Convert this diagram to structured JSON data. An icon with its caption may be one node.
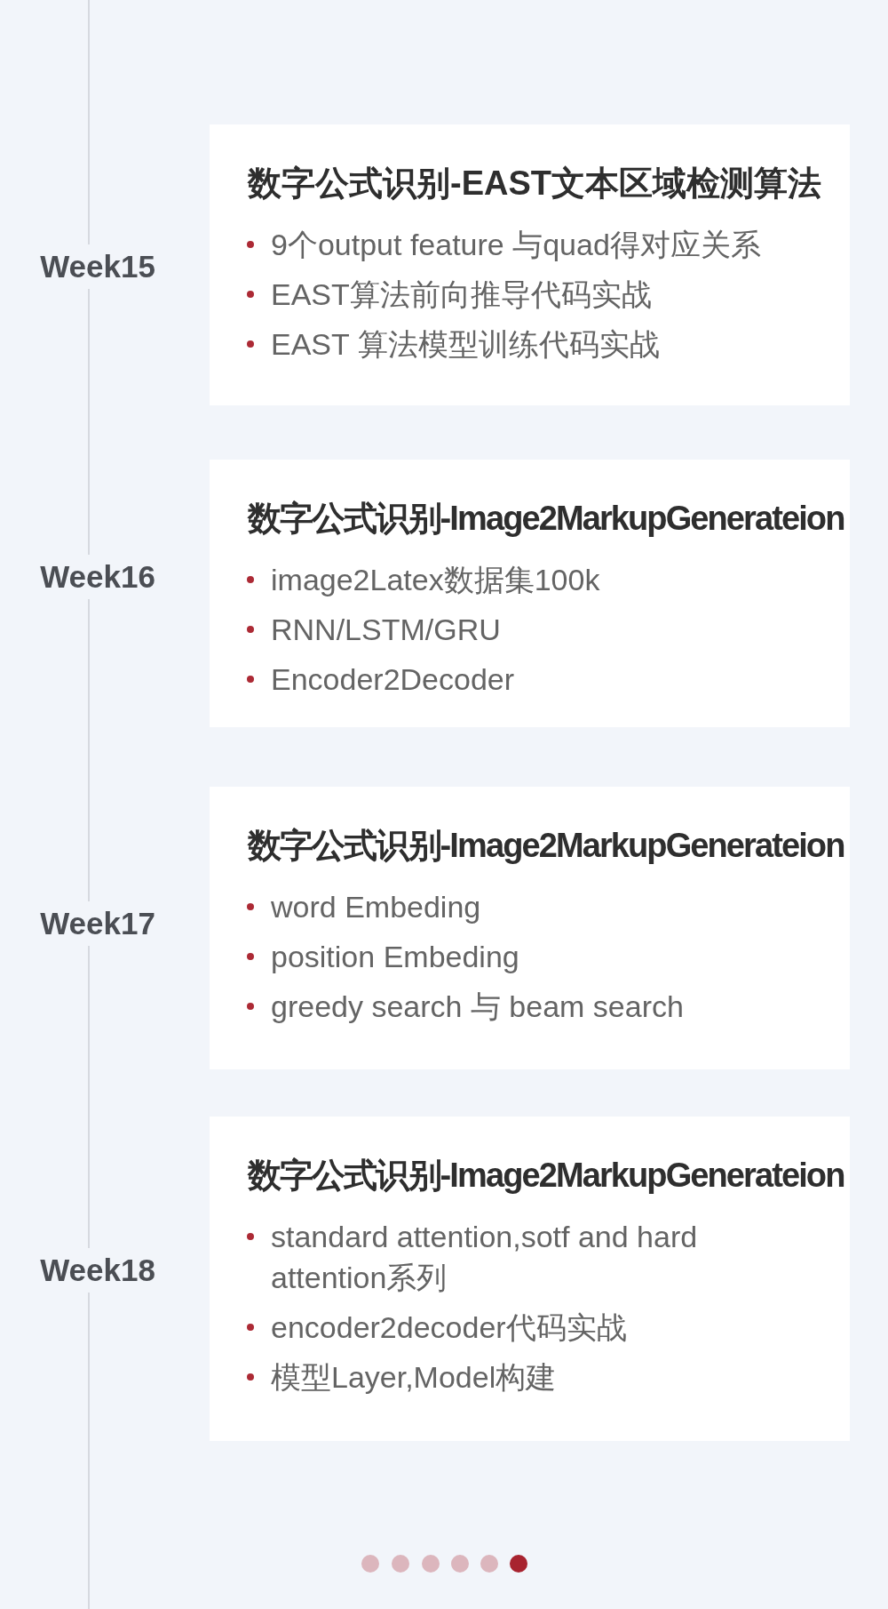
{
  "diagram": {
    "nodes": [
      {
        "text": [
          "数字公式识别-EAST文本区域检测算法",
          "9个output feature 与quad得对应关系",
          "EAST算法前向推导代码实战",
          "EAST 算法模型训练代码实战"
        ],
        "beside": [
          "Week15"
        ]
      },
      {
        "text": [
          "数字公式识别-Image2MarkupGenerateion",
          "image2Latex数据集100k",
          "RNN/LSTM/GRU",
          "Encoder2Decoder"
        ],
        "beside": [
          "Week16"
        ]
      },
      {
        "text": [
          "数字公式识别-Image2MarkupGenerateion",
          "word Embeding",
          "position Embeding",
          "greedy search 与 beam search"
        ],
        "beside": [
          "Week17"
        ]
      },
      {
        "text": [
          "数字公式识别-Image2MarkupGenerateion",
          "standard attention,sotf and hard attention系列",
          "encoder2decoder代码实战",
          "模型Layer,Model构建"
        ],
        "beside": [
          "Week18"
        ]
      }
    ]
  }
}
